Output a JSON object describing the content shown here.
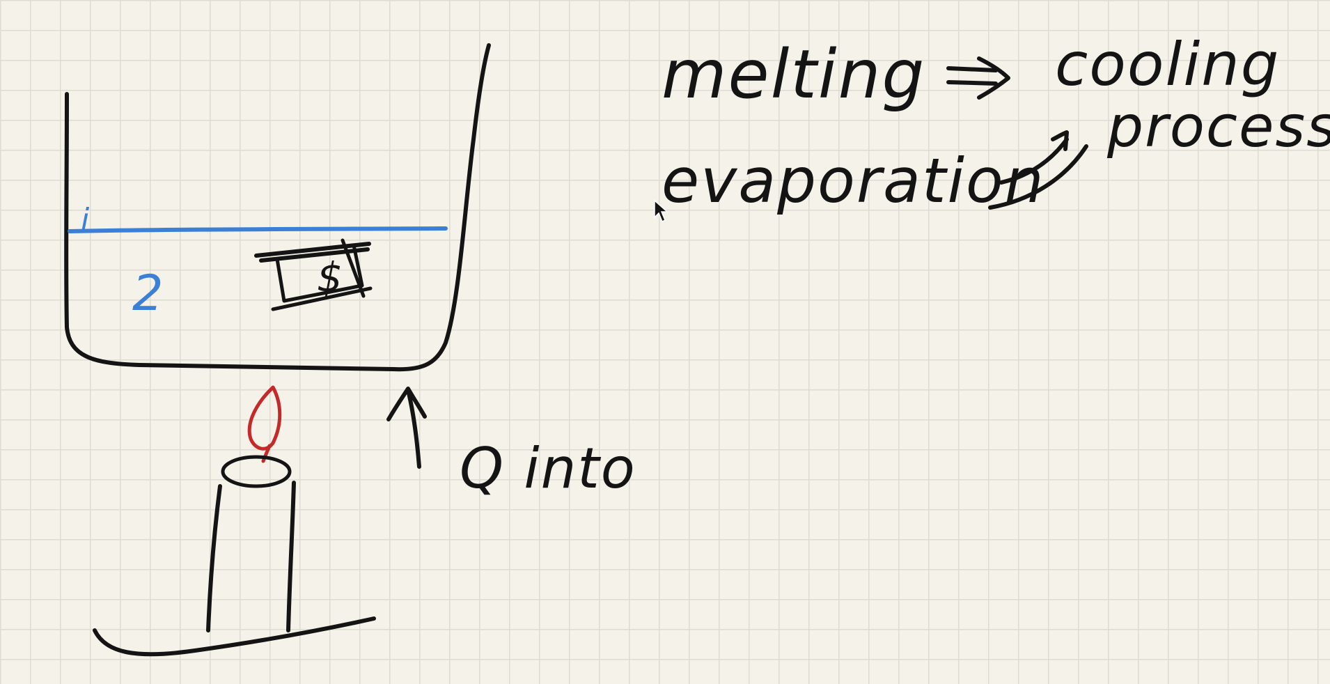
{
  "colors": {
    "paper": "#f5f2ea",
    "grid": "#dedbd3",
    "ink": "#141414",
    "water": "#3c7fd6",
    "flame": "#c42a2a"
  },
  "labels": {
    "top_level": "i",
    "water_region": "2",
    "object": "$",
    "heat_note": "Q into"
  },
  "notes": {
    "line1_a": "melting",
    "line1_b": "cooling",
    "line2": "evaporation",
    "line3": "process"
  },
  "icons": {
    "cursor": "mouse-pointer-icon",
    "candle": "candle-icon",
    "flame": "flame-icon"
  }
}
